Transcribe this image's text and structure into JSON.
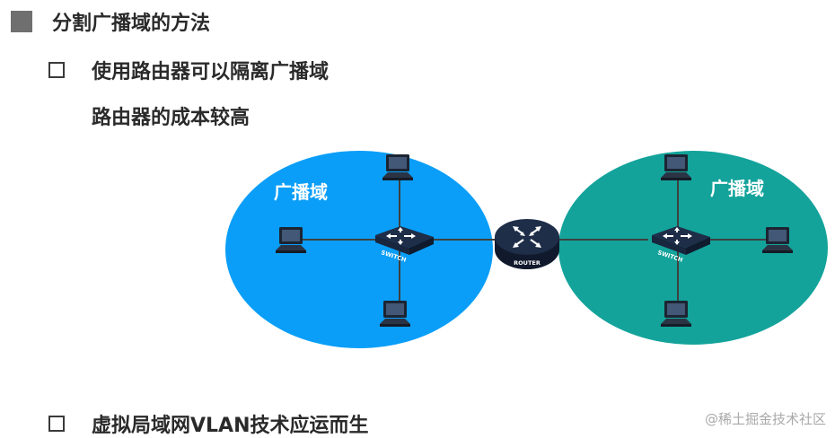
{
  "heading": {
    "text": "分割广播域的方法"
  },
  "bullets": [
    {
      "text": "使用路由器可以隔离广播域",
      "sub": "路由器的成本较高"
    },
    {
      "text": "虚拟局域网VLAN技术应运而生"
    }
  ],
  "diagram": {
    "left_domain_label": "广播域",
    "right_domain_label": "广播域",
    "left_switch_label": "SWITCH",
    "right_switch_label": "SWITCH",
    "router_label": "ROUTER",
    "colors": {
      "left_domain": "#0a9ef8",
      "right_domain": "#13a39b",
      "links": "#404040"
    },
    "icons": [
      "pc-icon",
      "switch-icon",
      "router-icon"
    ]
  },
  "watermark": "@稀土掘金技术社区"
}
